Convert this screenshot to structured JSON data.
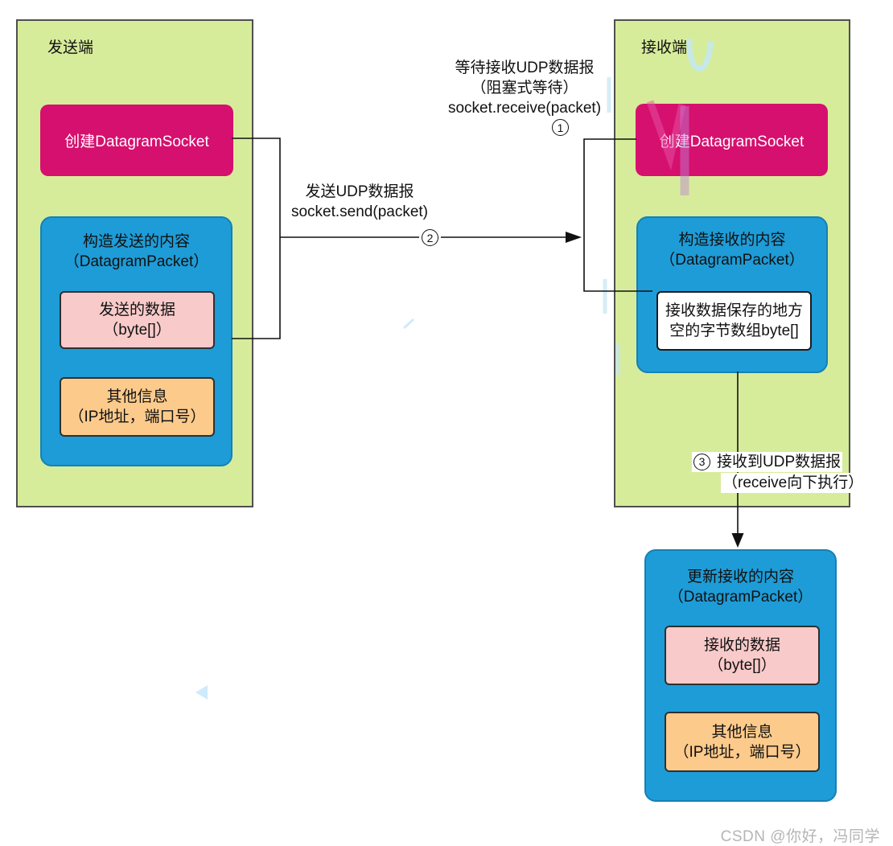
{
  "diagram": {
    "sender": {
      "title": "发送端",
      "create_socket": "创建DatagramSocket",
      "packet": {
        "title_line1": "构造发送的内容",
        "title_line2": "（DatagramPacket）",
        "data_line1": "发送的数据",
        "data_line2": "（byte[]）",
        "info_line1": "其他信息",
        "info_line2": "（IP地址，端口号）"
      }
    },
    "receiver": {
      "title": "接收端",
      "create_socket": "创建DatagramSocket",
      "packet": {
        "title_line1": "构造接收的内容",
        "title_line2": "（DatagramPacket）",
        "buffer_line1": "接收数据保存的地方",
        "buffer_line2": "空的字节数组byte[]"
      }
    },
    "received_packet": {
      "title_line1": "更新接收的内容",
      "title_line2": "（DatagramPacket）",
      "data_line1": "接收的数据",
      "data_line2": "（byte[]）",
      "info_line1": "其他信息",
      "info_line2": "（IP地址，端口号）"
    },
    "labels": {
      "wait": {
        "line1": "等待接收UDP数据报",
        "line2": "（阻塞式等待）",
        "line3": "socket.receive(packet)",
        "step": "1"
      },
      "send": {
        "line1": "发送UDP数据报",
        "line2": "socket.send(packet)",
        "step": "2"
      },
      "receive_done": {
        "step": "3",
        "line1": "接收到UDP数据报",
        "line2": "（receive向下执行）"
      }
    },
    "watermark": "CSDN @你好，冯同学",
    "colors": {
      "panel_green": "#d7ec9b",
      "panel_border": "#4f4f4f",
      "magenta": "#d6106e",
      "blue": "#1e9cd7",
      "light_pink": "#f9caca",
      "light_orange": "#fcca8b",
      "connector": "#111111",
      "watermark_gray": "#b5b5b5"
    }
  }
}
